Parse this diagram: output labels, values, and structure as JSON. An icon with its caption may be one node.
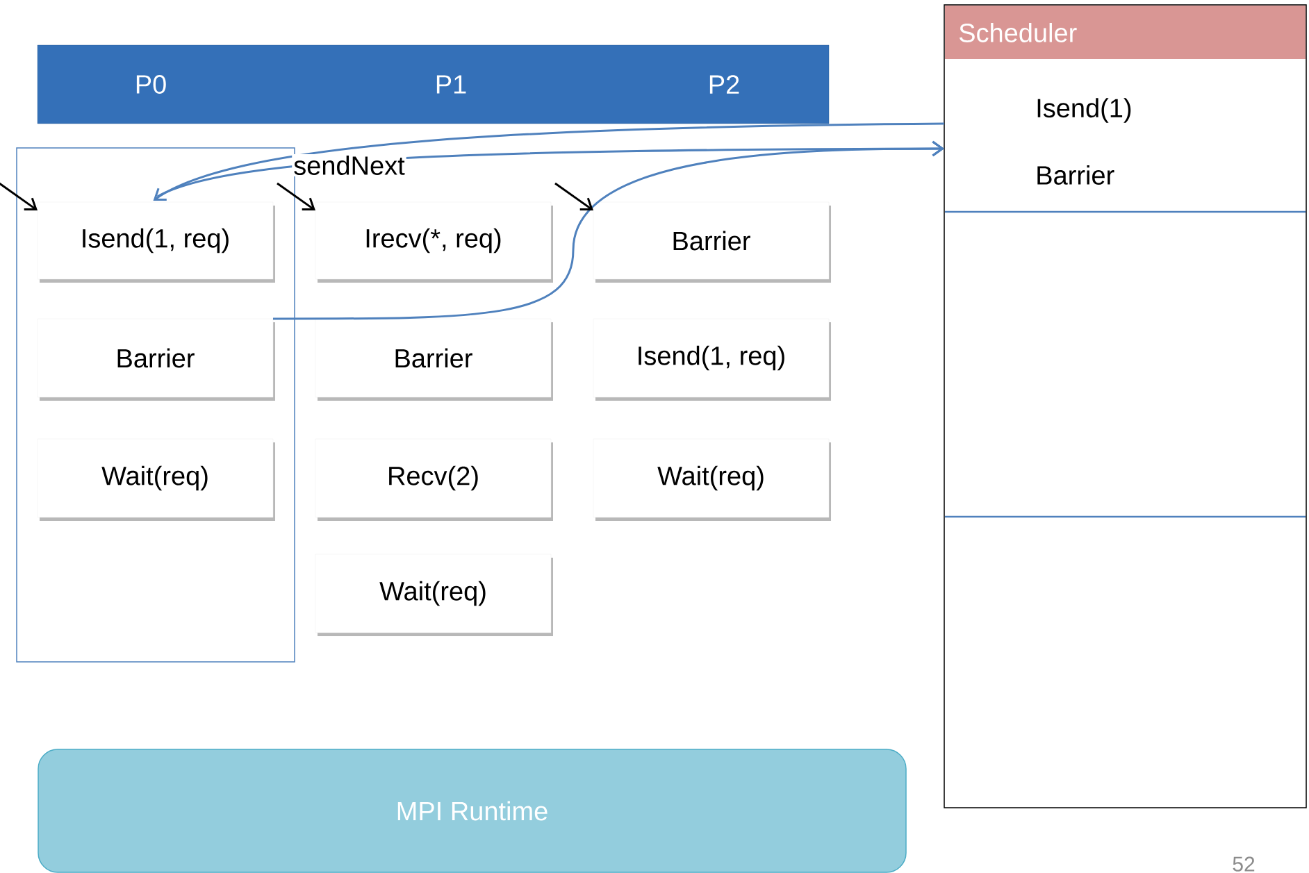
{
  "diagram": {
    "nodes": [
      {
        "text": [
          "P0",
          "P1",
          "P2"
        ]
      },
      {
        "text": [
          "Scheduler"
        ]
      },
      {
        "text": [
          "Isend(1)"
        ],
        "in": 1
      },
      {
        "text": [
          "Barrier"
        ],
        "in": 1
      },
      {
        "text": [],
        "shape": "box"
      },
      {
        "text": [
          "Isend(1, req)"
        ],
        "in": 4
      },
      {
        "text": [
          "Irecv(*, req)"
        ]
      },
      {
        "text": [
          "Barrier"
        ]
      },
      {
        "text": [
          "Barrier"
        ],
        "in": 4
      },
      {
        "text": [
          "Barrier"
        ]
      },
      {
        "text": [
          "Isend(1, req)"
        ]
      },
      {
        "text": [
          "Wait(req)"
        ],
        "in": 4
      },
      {
        "text": [
          "Recv(2)"
        ]
      },
      {
        "text": [
          "Wait(req)"
        ]
      },
      {
        "text": [
          "Wait(req)"
        ]
      },
      {
        "text": [
          "MPI Runtime"
        ]
      }
    ],
    "edges": [
      {
        "from": 1,
        "to": 5,
        "arrow": "to",
        "label": "sendNext",
        "color": "#4f81bd"
      },
      {
        "from": 5,
        "to": 1,
        "arrow": "to",
        "color": "#4f81bd"
      },
      {
        "from": 8,
        "to": 1,
        "arrow": "to",
        "color": "#4f81bd"
      },
      {
        "from": null,
        "to": 5,
        "arrow": "to",
        "color": "#000000"
      },
      {
        "from": null,
        "to": 6,
        "arrow": "to",
        "color": "#000000"
      },
      {
        "from": null,
        "to": 7,
        "arrow": "to",
        "color": "#000000"
      }
    ],
    "labels": [
      "52"
    ]
  }
}
